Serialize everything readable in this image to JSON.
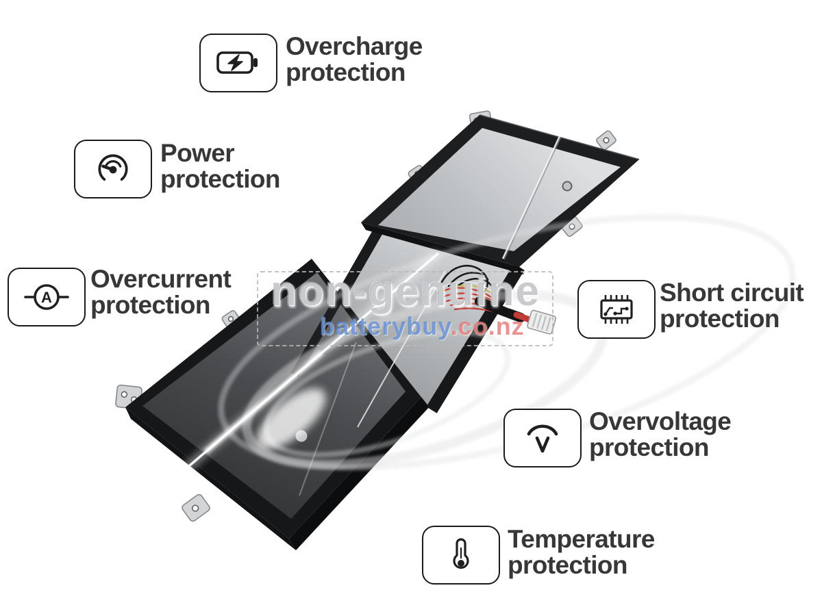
{
  "watermark": {
    "primary": "non-genuine",
    "site_name": "batterybuy",
    "site_tld": ".co.nz"
  },
  "features": [
    {
      "id": "overcharge",
      "icon": "battery-charge-icon",
      "line1": "Overcharge",
      "line2": "protection"
    },
    {
      "id": "power",
      "icon": "power-gauge-icon",
      "line1": "Power",
      "line2": "protection"
    },
    {
      "id": "overcurrent",
      "icon": "ammeter-icon",
      "line1": "Overcurrent",
      "line2": "protection"
    },
    {
      "id": "short-circuit",
      "icon": "circuit-chip-icon",
      "line1": "Short circuit",
      "line2": "protection"
    },
    {
      "id": "overvoltage",
      "icon": "voltage-arc-icon",
      "line1": "Overvoltage",
      "line2": "protection"
    },
    {
      "id": "temperature",
      "icon": "thermometer-icon",
      "line1": "Temperature",
      "line2": "protection"
    }
  ],
  "colors": {
    "label_text": "#37373a",
    "icon_stroke": "#1f1f22",
    "watermark_gray": "#9ea1a5",
    "site_blue": "#4a7cd0",
    "site_tld_red": "#e06a6a",
    "wire_red": "#c23b34",
    "battery_frame": "#1a1b1d",
    "upper_plate": "#c4c7ca",
    "lower_plate": "#46484b"
  }
}
